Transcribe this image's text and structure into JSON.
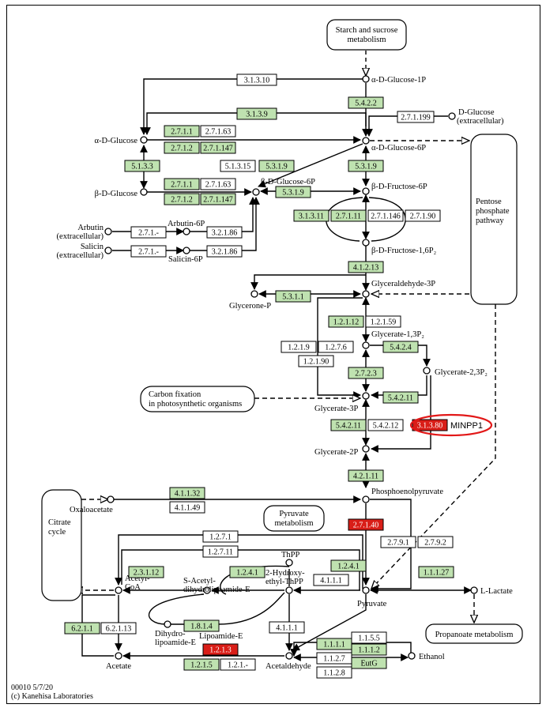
{
  "pathways": {
    "starch": [
      "Starch and sucrose",
      "metabolism"
    ],
    "pentose": [
      "Pentose",
      "phosphate",
      "pathway"
    ],
    "carbon_fixation": [
      "Carbon fixation",
      "in photosynthetic organisms"
    ],
    "citrate": [
      "Citrate",
      "cycle"
    ],
    "pyruvate": [
      "Pyruvate",
      "metabolism"
    ],
    "propanoate": "Propanoate metabolism"
  },
  "compounds": {
    "aglucose1p": "α-D-Glucose-1P",
    "dglucose_ext": [
      "D-Glucose",
      "(extracellular)"
    ],
    "aglucose": "α-D-Glucose",
    "aglucose6p": "α-D-Glucose-6P",
    "bglucose": "β-D-Glucose",
    "bglucose6p": "β-D-Glucose-6P",
    "bfructose6p": "β-D-Fructose-6P",
    "arbutin_ext": [
      "Arbutin",
      "(extracellular)"
    ],
    "arbutin6p": "Arbutin-6P",
    "salicin_ext": [
      "Salicin",
      "(extracellular)"
    ],
    "salicin6p": "Salicin-6P",
    "bfructose16p2": "β-D-Fructose-1,6P₂",
    "glyceraldehyde3p": "Glyceraldehyde-3P",
    "glycerone_p": "Glycerone-P",
    "glycerate13p2": "Glycerate-1,3P₂",
    "glycerate23p2": "Glycerate-2,3P₂",
    "glycerate3p": "Glycerate-3P",
    "glycerate2p": "Glycerate-2P",
    "pep": "Phosphoenolpyruvate",
    "oxaloacetate": "Oxaloacetate",
    "thpp": "ThPP",
    "hydroxyethyl_thpp": [
      "2-Hydroxy-",
      "ethyl-ThPP"
    ],
    "acetyl_coa": [
      "Acetyl-",
      "CoA"
    ],
    "s_acetyl": [
      "S-Acetyl-",
      "dihydrolipoamide-E"
    ],
    "pyruvate": "Pyruvate",
    "l_lactate": "L-Lactate",
    "dihydrolipoamide": [
      "Dihydro-",
      "lipoamide-E"
    ],
    "lipoamide": "Lipoamide-E",
    "acetate": "Acetate",
    "acetaldehyde": "Acetaldehyde",
    "ethanol": "Ethanol"
  },
  "enzymes": [
    "3.1.3.10",
    "5.4.2.2",
    "3.1.3.9",
    "2.7.1.199",
    "2.7.1.1",
    "2.7.1.63",
    "2.7.1.2",
    "2.7.1.147",
    "5.1.3.3",
    "5.1.3.15",
    "5.3.1.9",
    "5.3.1.9",
    "2.7.1.1",
    "2.7.1.63",
    "2.7.1.2",
    "2.7.1.147",
    "5.3.1.9",
    "3.1.3.11",
    "2.7.1.11",
    "2.7.1.146",
    "2.7.1.90",
    "2.7.1.-",
    "3.2.1.86",
    "2.7.1.-",
    "3.2.1.86",
    "4.1.2.13",
    "5.3.1.1",
    "1.2.1.12",
    "1.2.1.59",
    "1.2.1.9",
    "1.2.7.6",
    "1.2.1.90",
    "5.4.2.4",
    "2.7.2.3",
    "5.4.2.11",
    "5.4.2.11",
    "5.4.2.12",
    "3.1.3.80",
    "4.2.1.11",
    "4.1.1.32",
    "4.1.1.49",
    "2.7.1.40",
    "1.2.7.1",
    "1.2.7.11",
    "2.7.9.1",
    "2.7.9.2",
    "2.3.1.12",
    "1.2.4.1",
    "1.2.4.1",
    "4.1.1.1",
    "1.1.1.27",
    "1.8.1.4",
    "4.1.1.1",
    "6.2.1.1",
    "6.2.1.13",
    "1.2.1.3",
    "1.2.1.5",
    "1.2.1.-",
    "1.1.1.1",
    "1.1.5.5",
    "1.1.1.2",
    "1.1.2.7",
    "EutG",
    "1.1.2.8"
  ],
  "gene_callout": "MINPP1",
  "footer": {
    "code": "00010 5/7/20",
    "credit": "(c) Kanehisa Laboratories"
  },
  "colors": {
    "found": "#bfe2b0",
    "highlight": "#d91e18",
    "callout": "#e21818"
  }
}
